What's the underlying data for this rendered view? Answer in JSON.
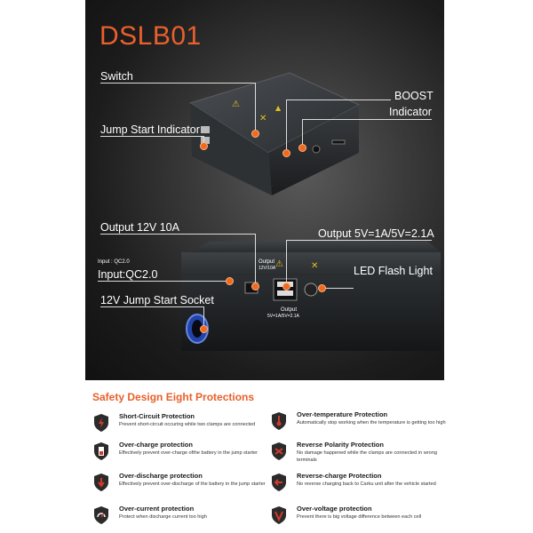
{
  "hero": {
    "title": "DSLB01",
    "callouts": {
      "switch": "Switch",
      "boost": "BOOST",
      "indicator": "Indicator",
      "jump_start_indicator": "Jump Start Indicator",
      "output_12v": "Output 12V 10A",
      "output_5v": "Output 5V=1A/5V=2.1A",
      "input_qc": "Input:QC2.0",
      "led_flash": "LED Flash Light",
      "jump_socket": "12V Jump Start Socket"
    },
    "device_labels": {
      "input_label": "Input : QC2.0",
      "output_label": "Output",
      "output_sub": "12V/10A",
      "usb_output": "Output",
      "usb_sub": "5V=1A/5V=2.1A"
    }
  },
  "safety": {
    "title": "Safety Design Eight Protections",
    "items": [
      {
        "title": "Short-Circuit Protection",
        "desc": "Prevent short-circuit occuring while two clamps are connected"
      },
      {
        "title": "Over-temperature Protection",
        "desc": "Automatically stop working when the temperature is getting too high"
      },
      {
        "title": "Over-charge protection",
        "desc": "Effectively prevent over-charge ofthe battery in the jump starter"
      },
      {
        "title": "Reverse Polarity Protection",
        "desc": "No damage happened while the clamps are connected in wrong terminals"
      },
      {
        "title": "Over-discharge protection",
        "desc": "Effectively prevent over-discharge of the battery in the jump starter"
      },
      {
        "title": "Reverse-charge Protection",
        "desc": "No reverse charging back to Carku unit after the vehicle started"
      },
      {
        "title": "Over-current protection",
        "desc": "Protect when discharge current too high"
      },
      {
        "title": "Over-voltage protection",
        "desc": "Prevent there is big voltage difference between each cell"
      }
    ],
    "icon_names": [
      "shield-lightning-icon",
      "shield-thermometer-icon",
      "shield-battery-icon",
      "shield-polarity-icon",
      "shield-battery-down-icon",
      "shield-reverse-icon",
      "shield-gauge-icon",
      "shield-voltage-icon"
    ],
    "colors": {
      "accent": "#e8602c",
      "icon_dark": "#2b2b2b",
      "icon_red": "#d23a2a"
    }
  }
}
